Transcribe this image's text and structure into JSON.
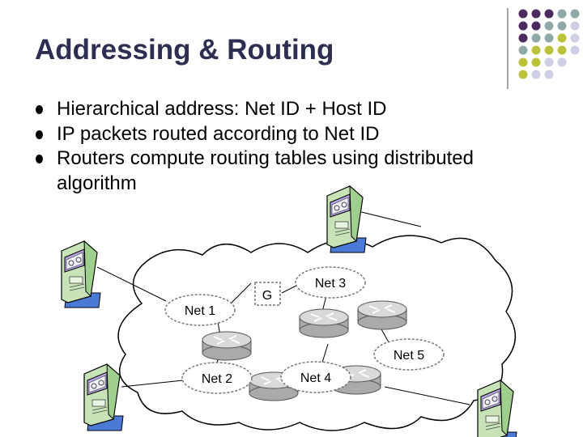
{
  "slide": {
    "title": "Addressing & Routing",
    "bullets": [
      "Hierarchical address:  Net ID + Host ID",
      "IP packets routed according to Net ID",
      "Routers compute routing tables using distributed algorithm"
    ]
  },
  "diagram": {
    "networks": [
      "Net 1",
      "Net 2",
      "Net 3",
      "Net 4",
      "Net 5"
    ],
    "gateway_label": "G",
    "icons": {
      "host": "host-computer-icon",
      "router": "router-icon",
      "cloud": "cloud-icon",
      "decoration": "dot-grid-decoration"
    }
  },
  "colors": {
    "title": "#2e2e52",
    "deco_purple": "#4b2a5e",
    "deco_teal": "#8fa8a8",
    "deco_yellow": "#bcc23a",
    "deco_lavender": "#cfcfe6",
    "router_body": "#d0d0d0",
    "host_body": "#c9e3b8"
  }
}
